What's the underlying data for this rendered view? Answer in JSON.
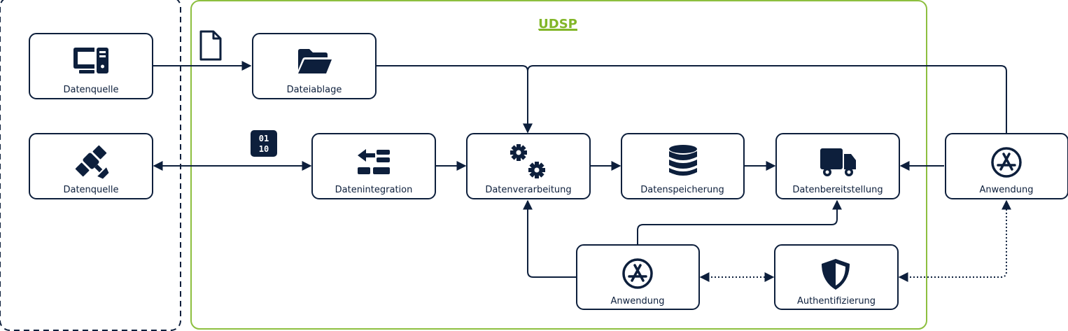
{
  "colors": {
    "ink": "#0d1f3c",
    "platform_border": "#8dbf3f",
    "title": "#82b628"
  },
  "platform": {
    "title": "UDSP"
  },
  "nodes": {
    "source_pc": {
      "label": "Datenquelle",
      "icon": "computer-tower-icon"
    },
    "source_sat": {
      "label": "Datenquelle",
      "icon": "satellite-icon"
    },
    "file_storage": {
      "label": "Dateiablage",
      "icon": "folder-open-icon"
    },
    "integration": {
      "label": "Datenintegration",
      "icon": "integration-icon"
    },
    "processing": {
      "label": "Datenverarbeitung",
      "icon": "gears-icon"
    },
    "storage": {
      "label": "Datenspeicherung",
      "icon": "database-icon"
    },
    "provisioning": {
      "label": "Datenbereitstellung",
      "icon": "truck-icon"
    },
    "app_right": {
      "label": "Anwendung",
      "icon": "app-store-icon"
    },
    "app_bottom": {
      "label": "Anwendung",
      "icon": "app-store-icon"
    },
    "auth": {
      "label": "Authentifizierung",
      "icon": "shield-icon"
    }
  },
  "edge_icons": {
    "file": {
      "icon": "file-icon"
    },
    "binary": {
      "icon": "binary-icon",
      "text": "01\n10"
    }
  }
}
